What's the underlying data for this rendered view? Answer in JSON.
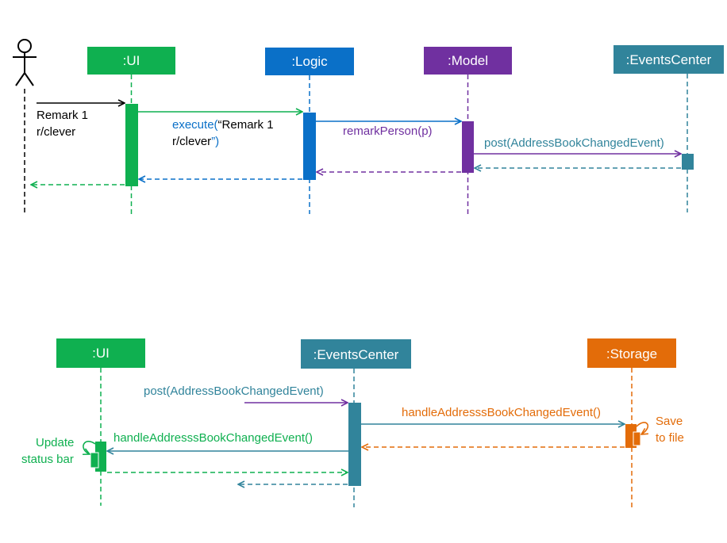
{
  "colors": {
    "ui": "#0fb050",
    "logic": "#0a70c8",
    "model": "#7030a0",
    "events": "#31849b",
    "storage": "#e36c09",
    "black": "#000000"
  },
  "diagram1": {
    "participants": {
      "ui": ":UI",
      "logic": ":Logic",
      "model": ":Model",
      "events": ":EventsCenter"
    },
    "messages": {
      "user_line1": "Remark 1",
      "user_line2": "r/clever",
      "execute_a": "execute(",
      "execute_b": "“Remark 1",
      "execute_c": "r/clever",
      "execute_d": "”)",
      "remark_person": "remarkPerson(p)",
      "post": "post(AddressBookChangedEvent)"
    }
  },
  "diagram2": {
    "participants": {
      "ui": ":UI",
      "events": ":EventsCenter",
      "storage": ":Storage"
    },
    "messages": {
      "post": "post(AddressBookChangedEvent)",
      "handle_storage": "handleAddresssBookChangedEvent()",
      "handle_ui": "handleAddresssBookChangedEvent()",
      "ui_note_line1": "Update",
      "ui_note_line2": "status bar",
      "storage_note_line1": "Save",
      "storage_note_line2": "to file"
    }
  }
}
